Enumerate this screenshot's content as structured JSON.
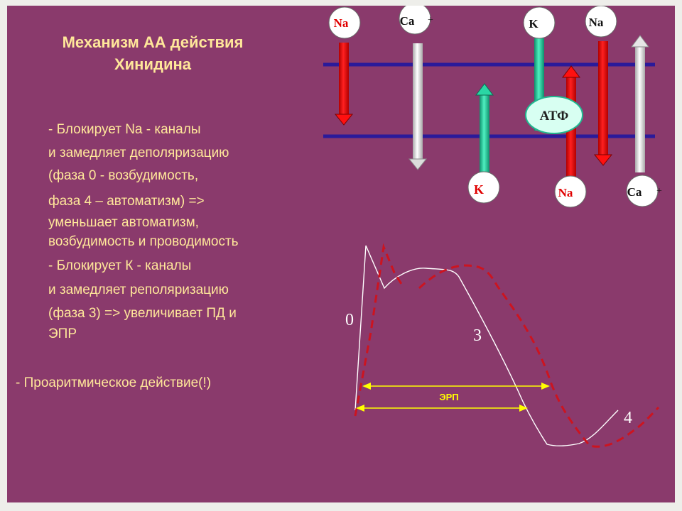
{
  "slide": {
    "title_line1": "Механизм АА действия",
    "title_line2": "Хинидина",
    "bullets": [
      "- Блокирует Na - каналы",
      "и замедляет деполяризацию",
      "(фаза 0 - возбудимость,",
      "фаза 4 – автоматизм) =>",
      "уменьшает автоматизм,",
      "возбудимость и проводимость",
      " - Блокирует К - каналы",
      " и замедляет реполяризацию",
      " (фаза 3) => увеличивает  ПД и",
      "ЭПР"
    ],
    "proarrhythmic": "- Проаритмическое действие(!)"
  },
  "membrane": {
    "ions": {
      "na_top": "Na",
      "ca_top": "Ca",
      "k_top": "K",
      "na_top_right": "Na",
      "k_bottom": "K",
      "na_bottom": "Na",
      "ca_bottom": "Ca"
    },
    "plus_sign": "+",
    "atp": "АТФ",
    "colors": {
      "membrane": "#2a1a9a",
      "na_arrow": "#ff0000",
      "ca_arrow": "#e2e2e2",
      "k_arrow": "#22c99a"
    }
  },
  "action_potential": {
    "phase_0": "0",
    "phase_3": "3",
    "phase_4": "4",
    "erp_label": "ЭРП",
    "colors": {
      "normal": "#ffffff",
      "quinidine": "#cc1420",
      "erp": "#ffff00"
    }
  }
}
